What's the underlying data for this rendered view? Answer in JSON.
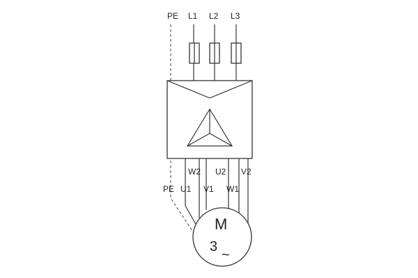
{
  "supply": {
    "pe": "PE",
    "l1": "L1",
    "l2": "L2",
    "l3": "L3"
  },
  "terminals": {
    "top_row": {
      "w2": "W2",
      "u2": "U2",
      "v2": "V2"
    },
    "bottom_row": {
      "pe": "PE",
      "u1": "U1",
      "v1": "V1",
      "w1": "W1"
    }
  },
  "motor": {
    "symbol": "M",
    "phases": "3",
    "ac_symbol": "~"
  }
}
